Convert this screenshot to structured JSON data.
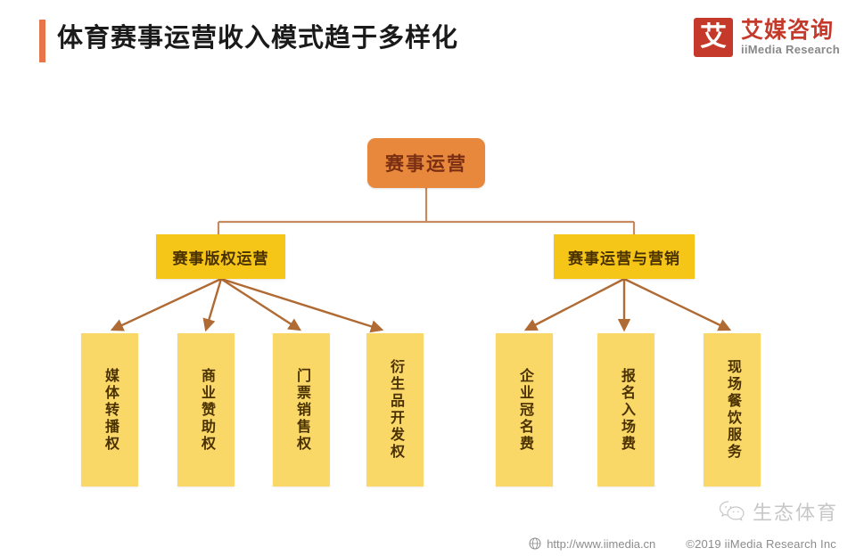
{
  "header": {
    "title": "体育赛事运营收入模式趋于多样化",
    "accent_color": "#E8744A"
  },
  "logo": {
    "mark_glyph": "艾",
    "name_cn": "艾媒咨询",
    "name_en": "iiMedia Research",
    "mark_color": "#C5392B"
  },
  "diagram": {
    "type": "tree",
    "root": {
      "label": "赛事运营",
      "color": "#E8883C"
    },
    "branches": [
      {
        "label": "赛事版权运营",
        "color": "#F5C518",
        "children": [
          {
            "label": "媒体转播权",
            "color": "#FAD868"
          },
          {
            "label": "商业赞助权",
            "color": "#FAD868"
          },
          {
            "label": "门票销售权",
            "color": "#FAD868"
          },
          {
            "label": "衍生品开发权",
            "color": "#FAD868"
          }
        ]
      },
      {
        "label": "赛事运营与营销",
        "color": "#F5C518",
        "children": [
          {
            "label": "企业冠名费",
            "color": "#FAD868"
          },
          {
            "label": "报名入场费",
            "color": "#FAD868"
          },
          {
            "label": "现场餐饮服务",
            "color": "#FAD868"
          }
        ]
      }
    ],
    "connector_color": "#C47A3E"
  },
  "watermark": {
    "icon": "wechat-icon",
    "text": "生态体育"
  },
  "footer": {
    "site_icon": "globe-icon",
    "site_url": "http://www.iimedia.cn",
    "copyright": "©2019  iiMedia Research  Inc"
  }
}
